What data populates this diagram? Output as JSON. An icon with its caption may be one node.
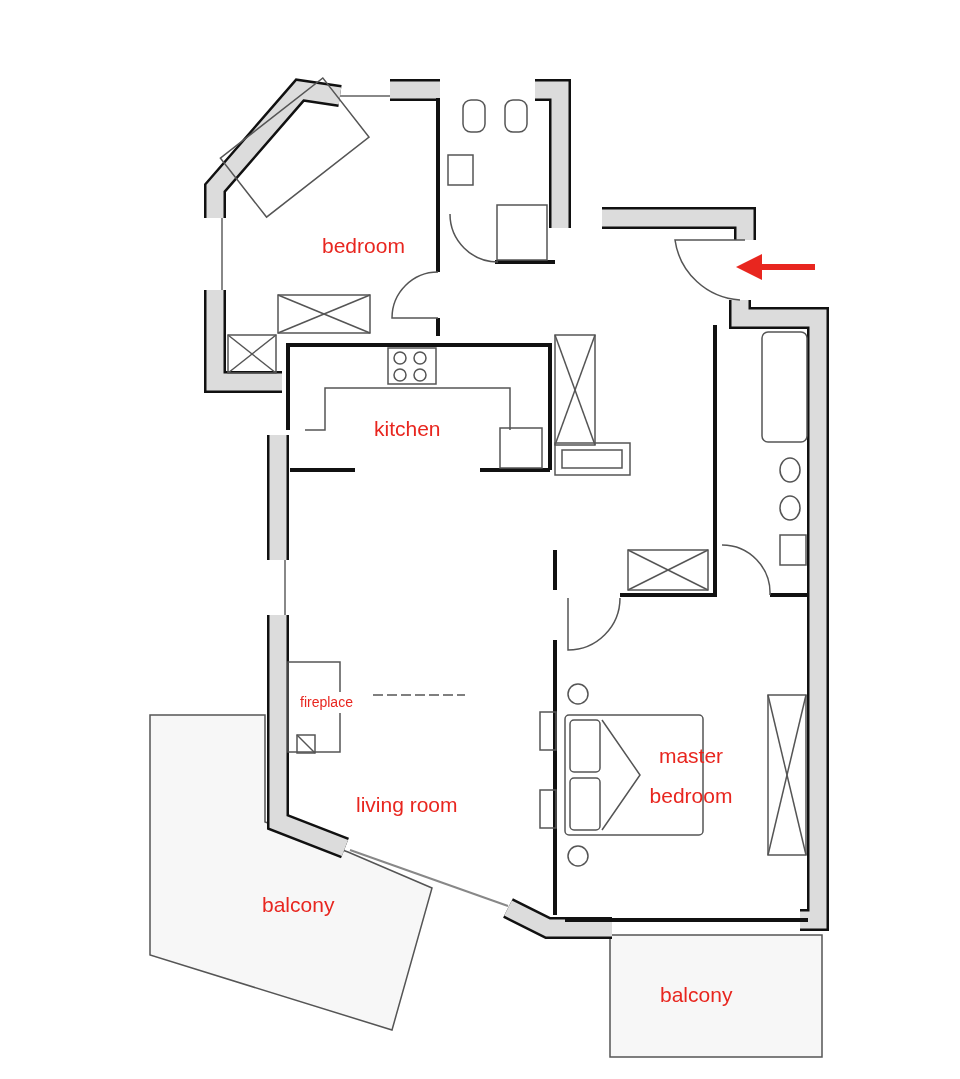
{
  "diagram": {
    "labels": [
      "bedroom",
      "kitchen",
      "fireplace",
      "living room",
      "master bedroom",
      "balcony",
      "balcony"
    ]
  }
}
